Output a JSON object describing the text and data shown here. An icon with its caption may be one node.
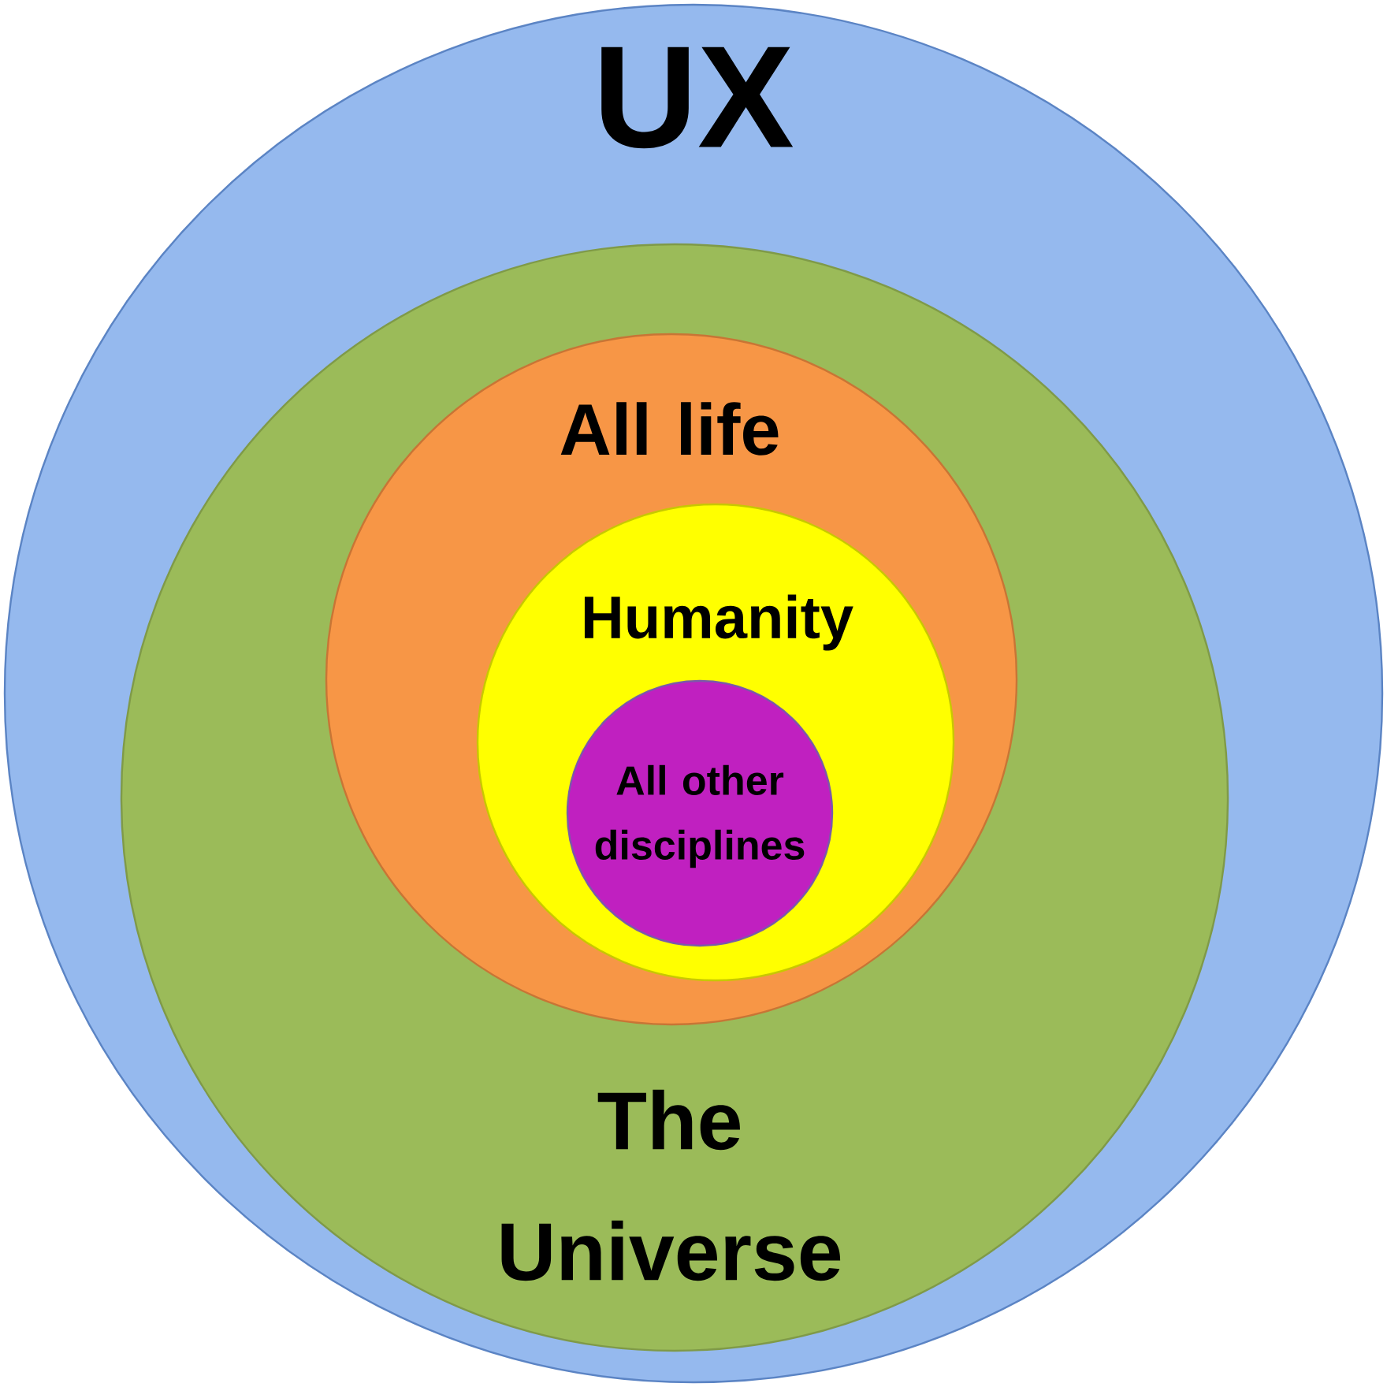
{
  "diagram": {
    "nodes": [
      {
        "text": [
          "UX"
        ]
      },
      {
        "text": [
          "The Universe"
        ],
        "in": 0
      },
      {
        "text": [
          "All life"
        ],
        "in": 1
      },
      {
        "text": [
          "Humanity"
        ],
        "in": 2
      },
      {
        "text": [
          "All other disciplines"
        ],
        "in": 3
      }
    ]
  }
}
